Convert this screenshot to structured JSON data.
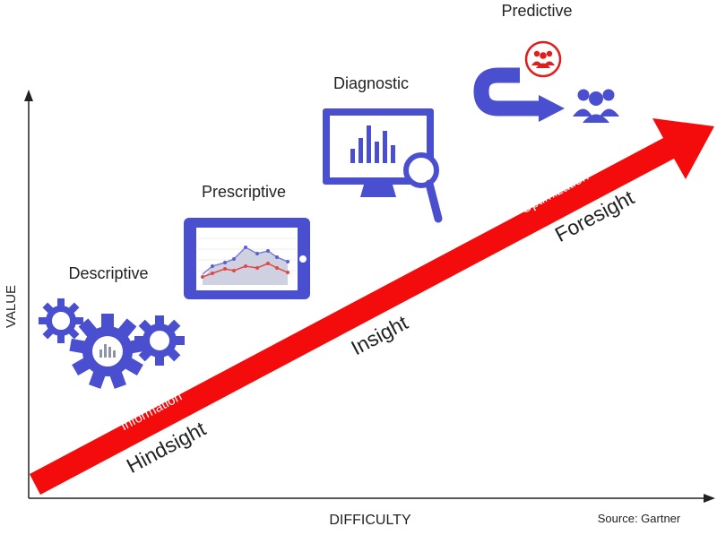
{
  "axes": {
    "y_label": "VALUE",
    "x_label": "DIFFICULTY"
  },
  "stages": {
    "descriptive": "Descriptive",
    "prescriptive": "Prescriptive",
    "diagnostic": "Diagnostic",
    "predictive": "Predictive"
  },
  "arrow": {
    "upper_labels": {
      "information": "Information",
      "optimization": "Optimization"
    },
    "lower_labels": {
      "hindsight": "Hindsight",
      "insight": "Insight",
      "foresight": "Foresight"
    }
  },
  "source": "Source: Gartner",
  "colors": {
    "arrow": "#f40b0b",
    "icon_blue": "#4a4fcf",
    "text": "#222222",
    "accent_red": "#e31b1b"
  },
  "icons": {
    "descriptive": "gears-icon",
    "prescriptive": "tablet-chart-icon",
    "diagnostic": "monitor-magnifier-icon",
    "predictive": "group-redirect-icon"
  }
}
